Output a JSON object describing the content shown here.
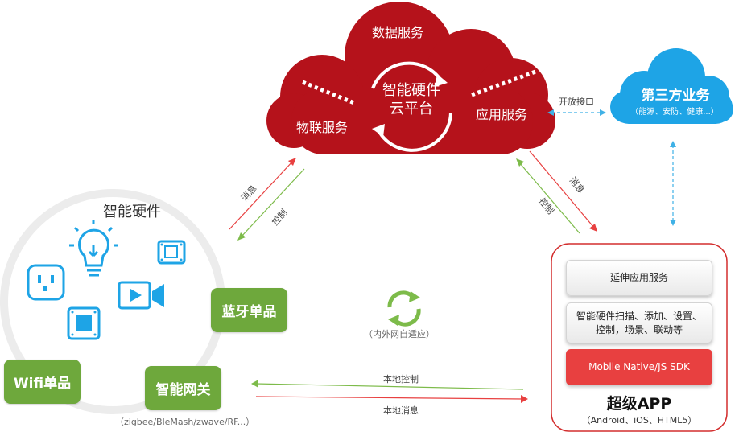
{
  "cloud": {
    "center_title_line1": "智能硬件",
    "center_title_line2": "云平台",
    "top_label": "数据服务",
    "left_label": "物联服务",
    "right_label": "应用服务"
  },
  "third_party": {
    "title": "第三方业务",
    "subtitle": "（能源、安防、健康...）",
    "link_label": "开放接口"
  },
  "hardware": {
    "title": "智能硬件",
    "bluetooth": "蓝牙单品",
    "wifi": "Wifi单品",
    "gateway": "智能网关",
    "gateway_protocols": "（zigbee/BleMash/zwave/RF...）"
  },
  "links": {
    "left_up": "消息",
    "left_down": "控制",
    "right_down": "消息",
    "right_up": "控制",
    "local_control": "本地控制",
    "local_message": "本地消息",
    "adaptive": "（内外网自适应）"
  },
  "app": {
    "card1": "延伸应用服务",
    "card2_line1": "智能硬件扫描、添加、设置、",
    "card2_line2": "控制，场景、联动等",
    "sdk": "Mobile Native/JS SDK",
    "title": "超级APP",
    "subtitle": "（Android、iOS、HTML5）"
  },
  "colors": {
    "cloud_red": "#b5121b",
    "sky_blue": "#1ea4e6",
    "green": "#6ea83c",
    "sdk_red": "#e84040"
  }
}
